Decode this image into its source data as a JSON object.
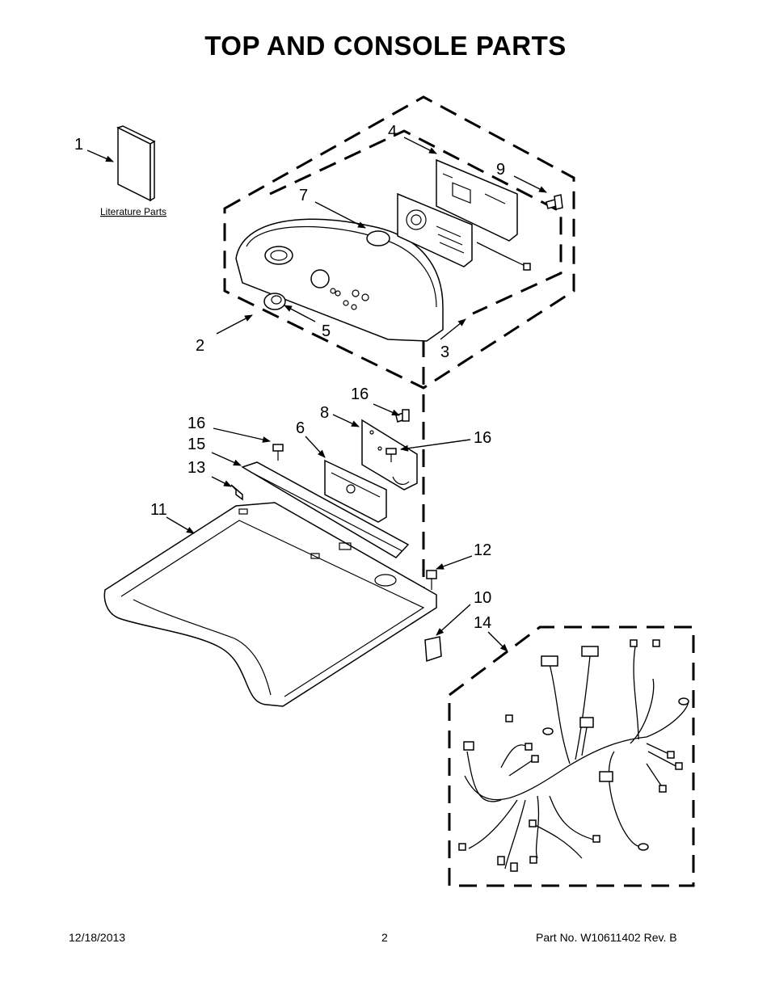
{
  "title": "TOP AND CONSOLE PARTS",
  "literature_label": "Literature Parts",
  "callouts": {
    "c1": "1",
    "c2": "2",
    "c3": "3",
    "c4": "4",
    "c5": "5",
    "c6": "6",
    "c7": "7",
    "c8": "8",
    "c9": "9",
    "c10": "10",
    "c11": "11",
    "c12": "12",
    "c13": "13",
    "c14": "14",
    "c15": "15",
    "c16a": "16",
    "c16b": "16",
    "c16c": "16"
  },
  "footer": {
    "date": "12/18/2013",
    "page": "2",
    "part_no": "Part No.  W10611402  Rev.  B"
  }
}
